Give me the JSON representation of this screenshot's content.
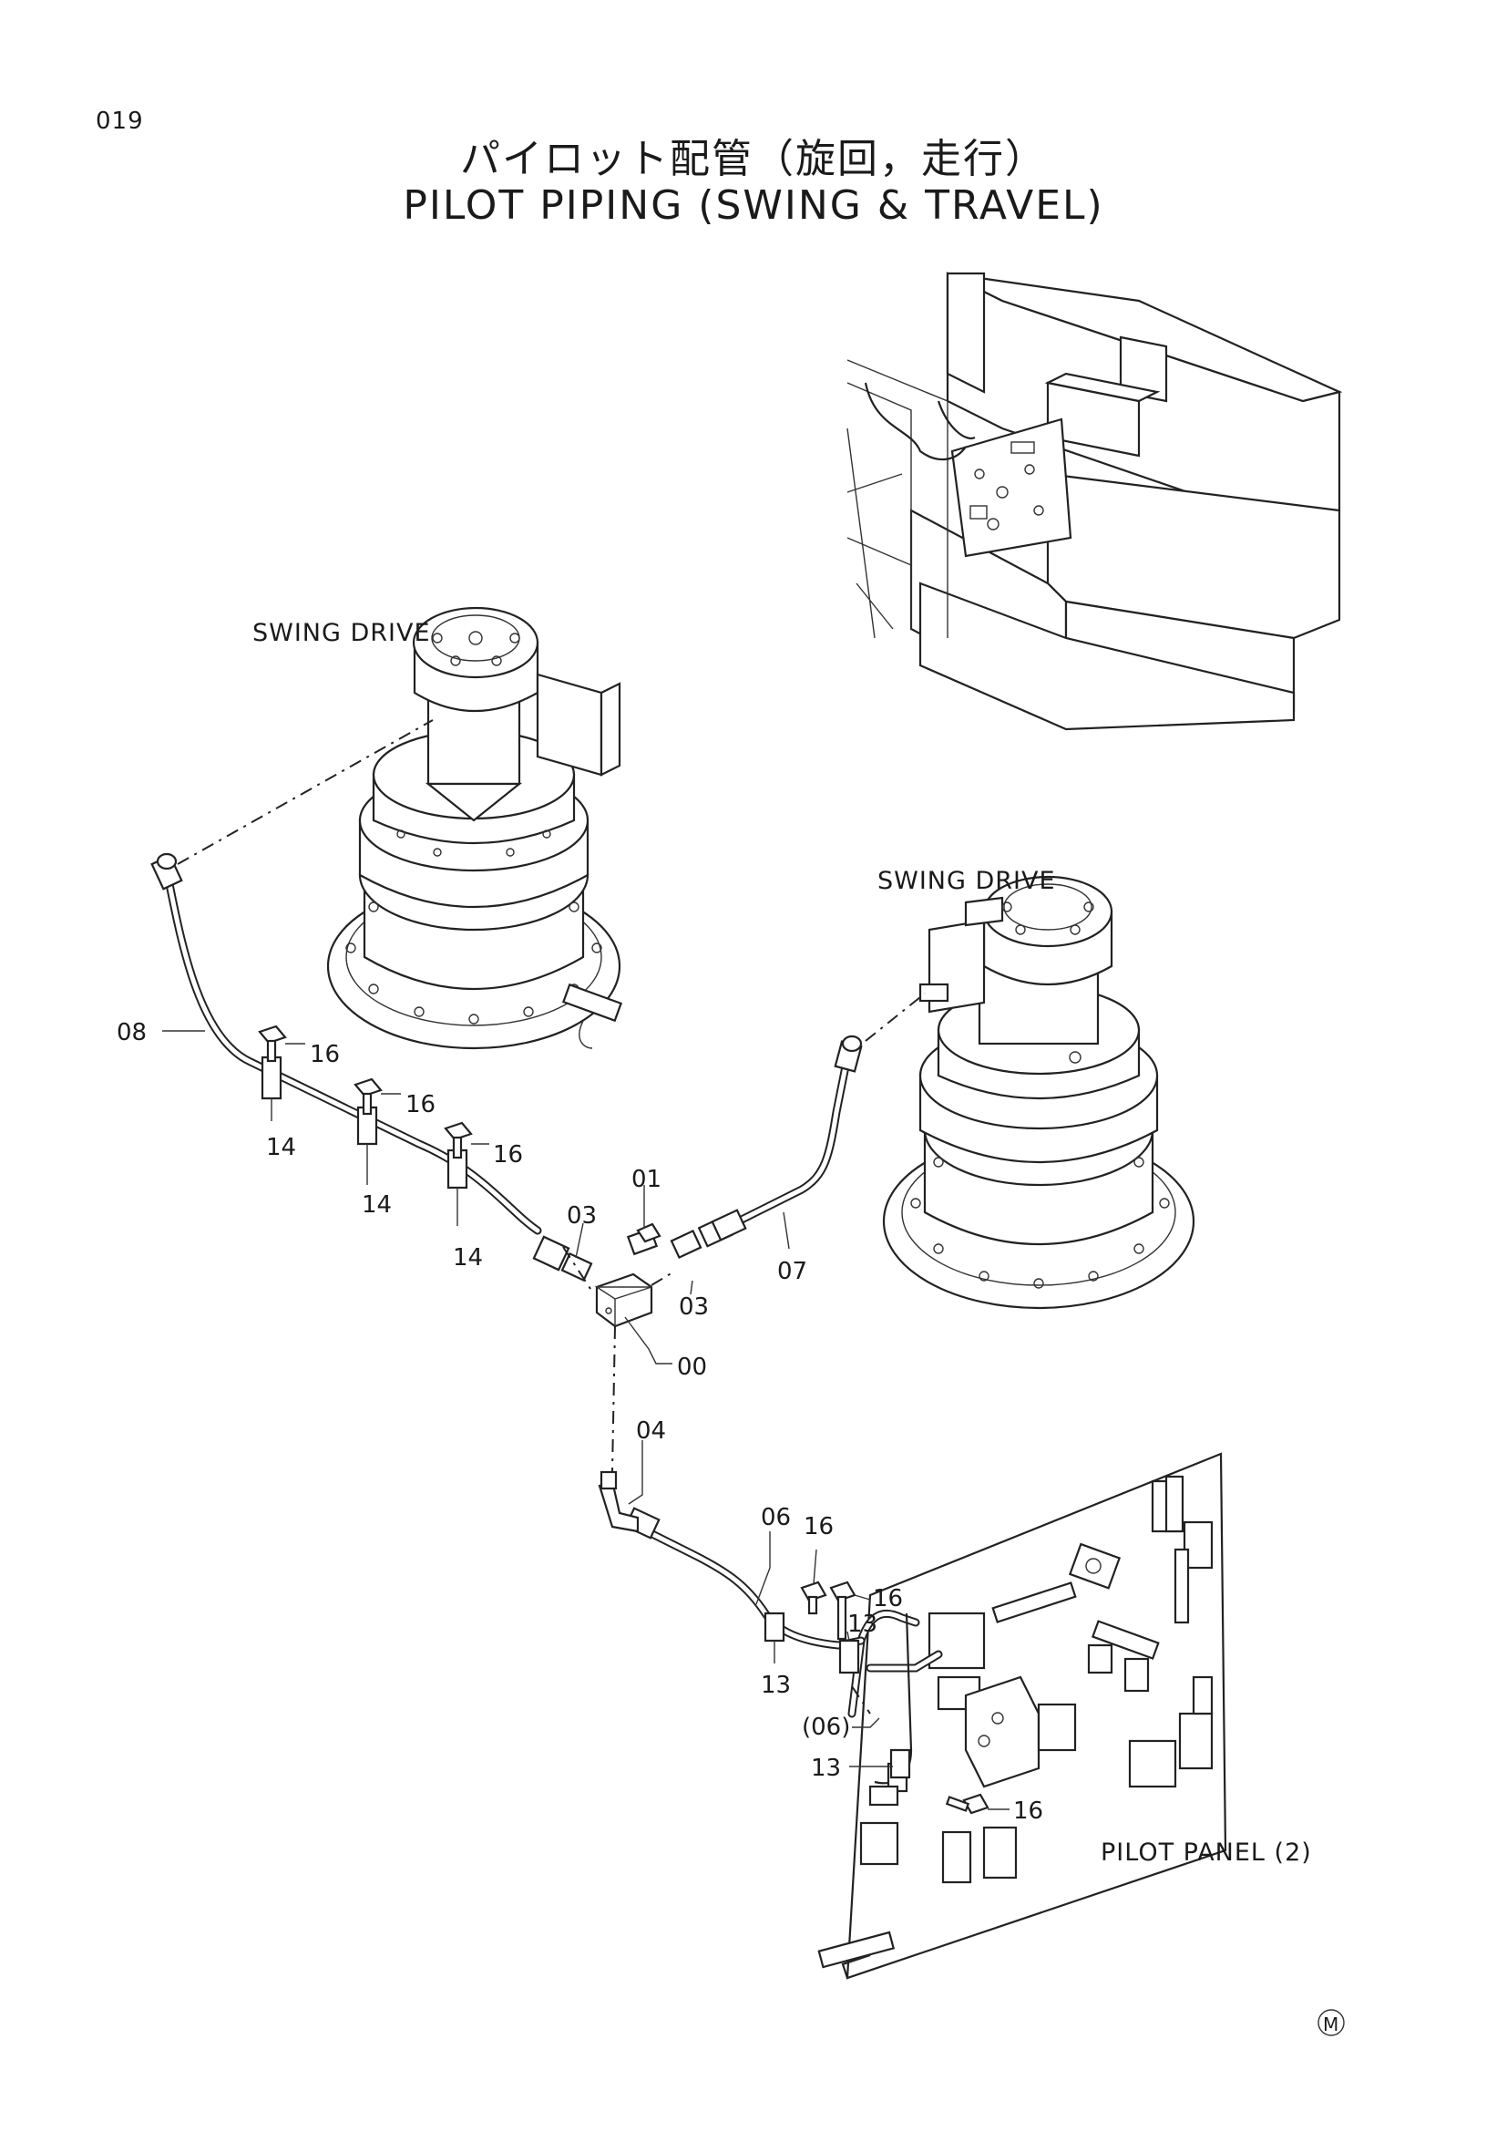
{
  "page": {
    "number": "019",
    "title_jp": "パイロット配管（旋回，走行）",
    "title_en": "PILOT PIPING (SWING & TRAVEL)",
    "mark": "M"
  },
  "labels": {
    "swing_drive_1": "SWING  DRIVE",
    "swing_drive_2": "SWING  DRIVE",
    "pilot_panel": "PILOT  PANEL (2)"
  },
  "parts": {
    "p00": "00",
    "p01": "01",
    "p03a": "03",
    "p03b": "03",
    "p04": "04",
    "p06": "06",
    "p06ref": "(06)",
    "p07": "07",
    "p08": "08",
    "p13a": "13",
    "p13b": "13",
    "p13c": "13",
    "p14a": "14",
    "p14b": "14",
    "p14c": "14",
    "p16a": "16",
    "p16b": "16",
    "p16c": "16",
    "p16d": "16",
    "p16e": "16",
    "p16f": "16"
  }
}
